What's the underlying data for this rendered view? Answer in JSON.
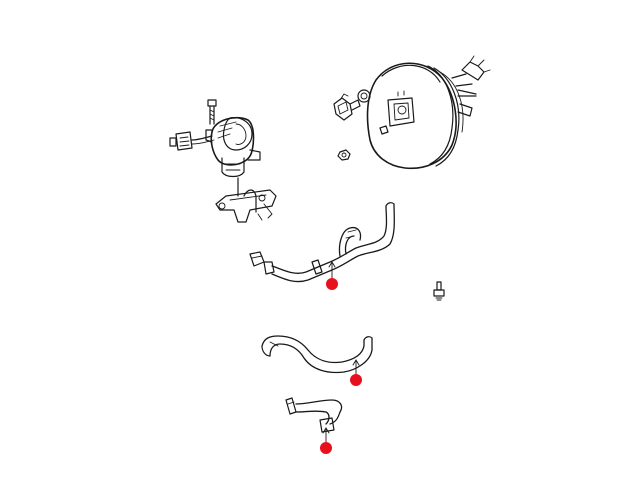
{
  "colors": {
    "background": "#ffffff",
    "line": "#1a1a1a",
    "light_line": "#555555",
    "callout": "#e8101c"
  },
  "parts": [
    {
      "name": "brake-booster"
    },
    {
      "name": "vacuum-sensor"
    },
    {
      "name": "booster-nut"
    },
    {
      "name": "vacuum-pump"
    },
    {
      "name": "pump-bolt"
    },
    {
      "name": "pump-connector"
    },
    {
      "name": "pump-bracket"
    },
    {
      "name": "vacuum-hose-upper"
    },
    {
      "name": "vacuum-hose-middle"
    },
    {
      "name": "vacuum-hose-lower"
    },
    {
      "name": "stud-fastener"
    }
  ],
  "callouts": [
    {
      "name": "callout-marker-upper-hose"
    },
    {
      "name": "callout-marker-middle-hose"
    },
    {
      "name": "callout-marker-lower-hose"
    }
  ]
}
